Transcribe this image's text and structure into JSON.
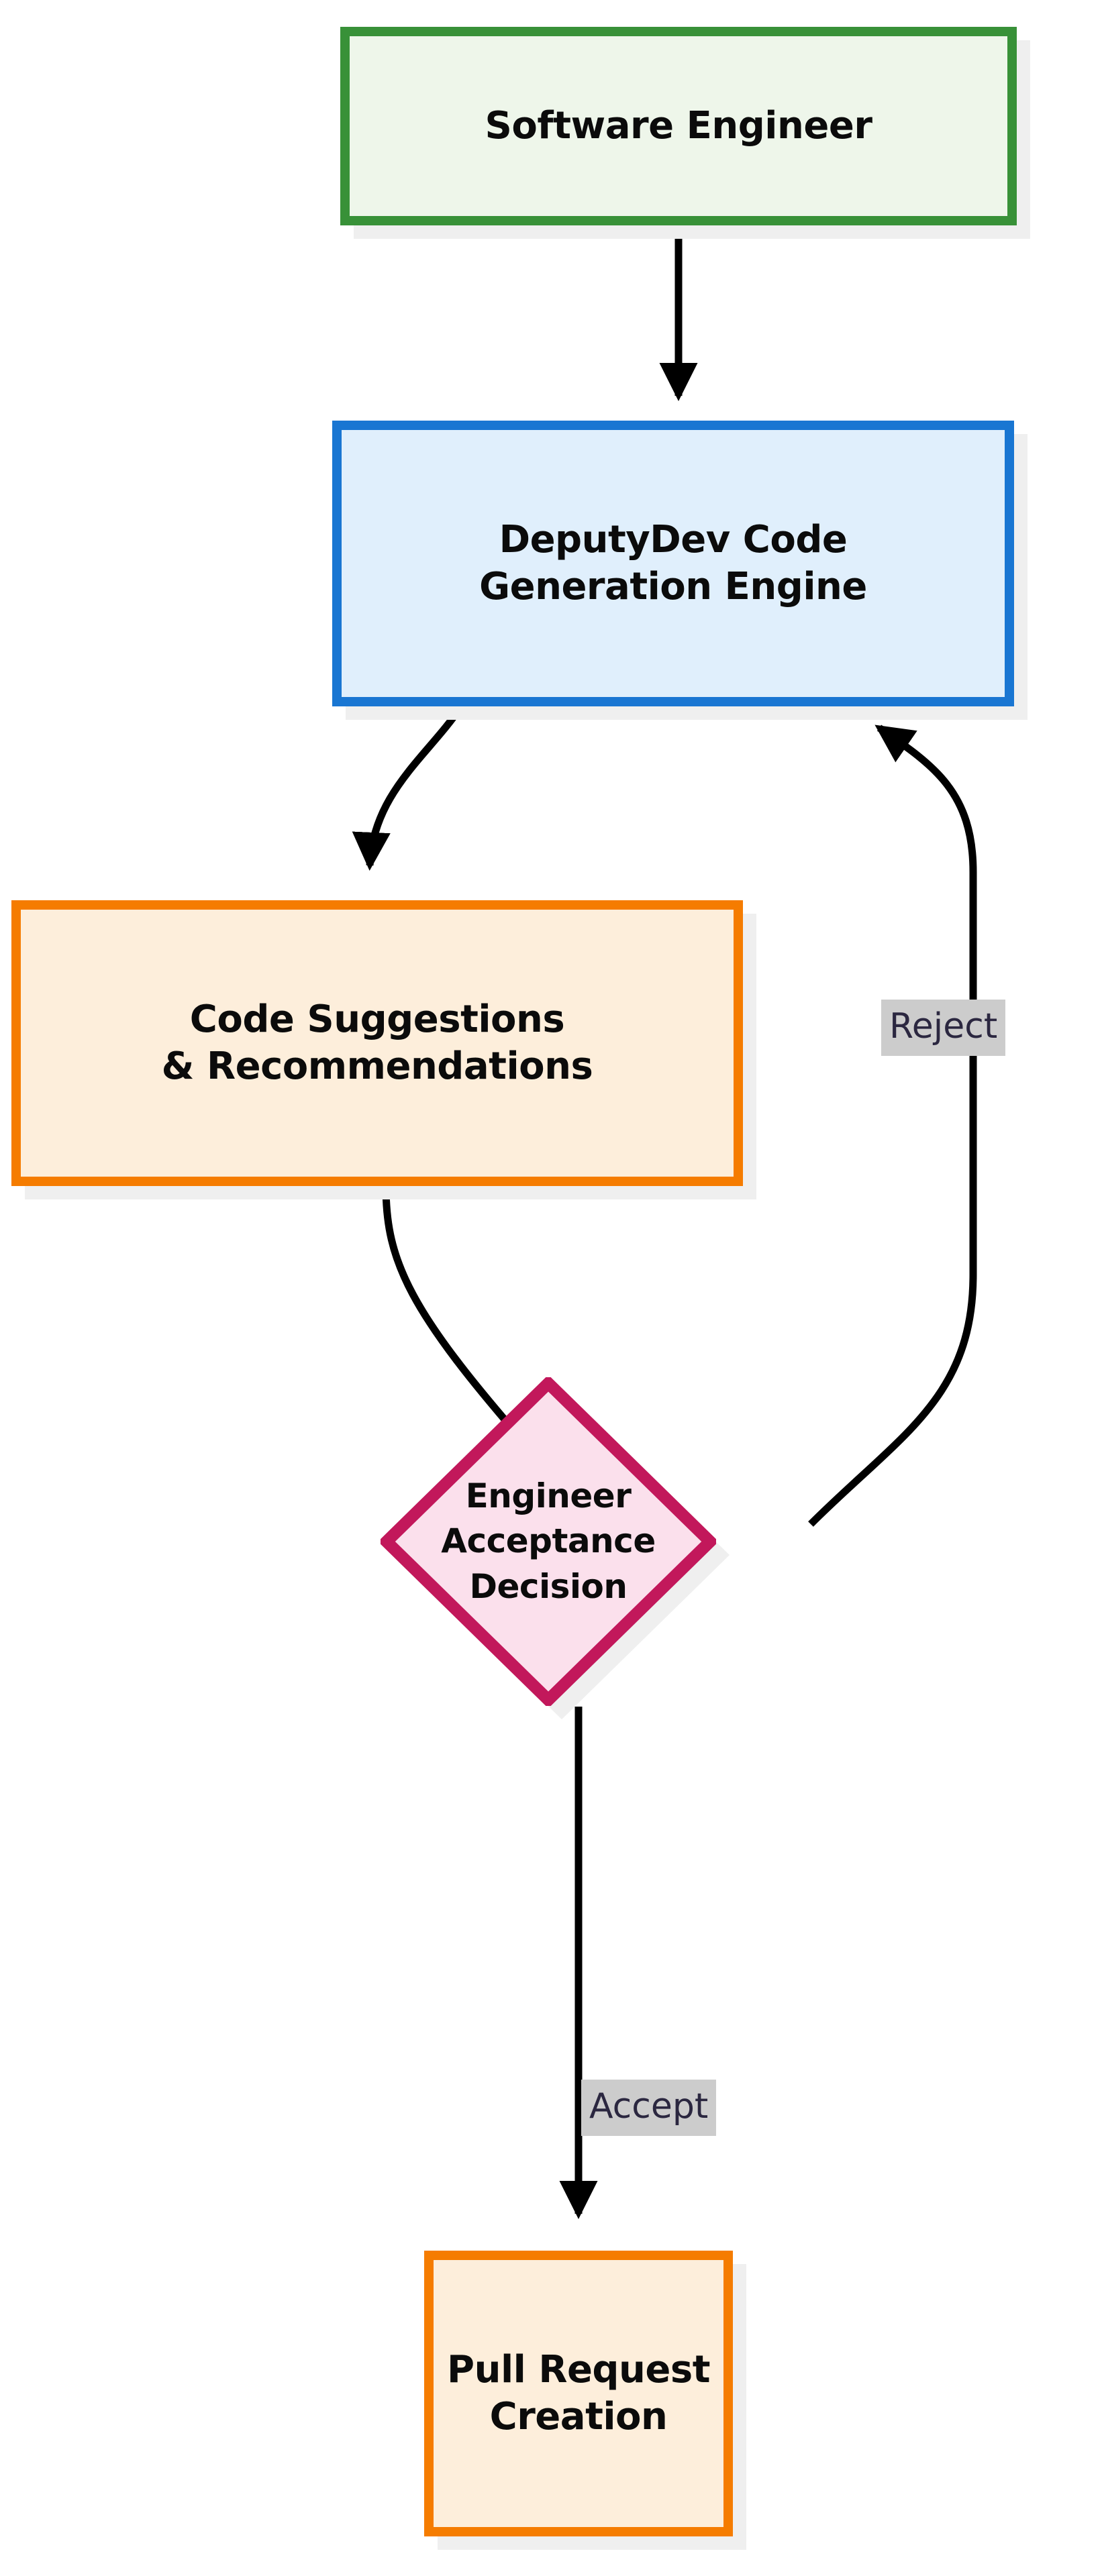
{
  "diagram": {
    "type": "flowchart",
    "orientation": "top-to-bottom",
    "background_color": "#ffffff",
    "nodes": [
      {
        "id": "software-engineer",
        "label": "Software Engineer",
        "shape": "rectangle",
        "fill": "#eef6ea",
        "stroke": "#389138"
      },
      {
        "id": "codegen-engine",
        "label": "DeputyDev Code\nGeneration Engine",
        "shape": "rectangle",
        "fill": "#e0effc",
        "stroke": "#1976d2"
      },
      {
        "id": "suggestions",
        "label": "Code Suggestions\n& Recommendations",
        "shape": "rectangle",
        "fill": "#fdeedb",
        "stroke": "#f57c00"
      },
      {
        "id": "decision",
        "label": "Engineer\nAcceptance\nDecision",
        "shape": "diamond",
        "fill": "#fbe0ec",
        "stroke": "#c2185b"
      },
      {
        "id": "pull-request",
        "label": "Pull Request\nCreation",
        "shape": "rectangle",
        "fill": "#fdeedb",
        "stroke": "#f57c00"
      }
    ],
    "edges": [
      {
        "from": "software-engineer",
        "to": "codegen-engine",
        "label": ""
      },
      {
        "from": "codegen-engine",
        "to": "suggestions",
        "label": ""
      },
      {
        "from": "suggestions",
        "to": "decision",
        "label": ""
      },
      {
        "from": "decision",
        "to": "codegen-engine",
        "label": "Reject"
      },
      {
        "from": "decision",
        "to": "pull-request",
        "label": "Accept"
      }
    ],
    "edge_labels": {
      "reject": "Reject",
      "accept": "Accept",
      "label_background": "#cccccc",
      "label_color": "#2b2740"
    },
    "edge_color": "#000000"
  }
}
